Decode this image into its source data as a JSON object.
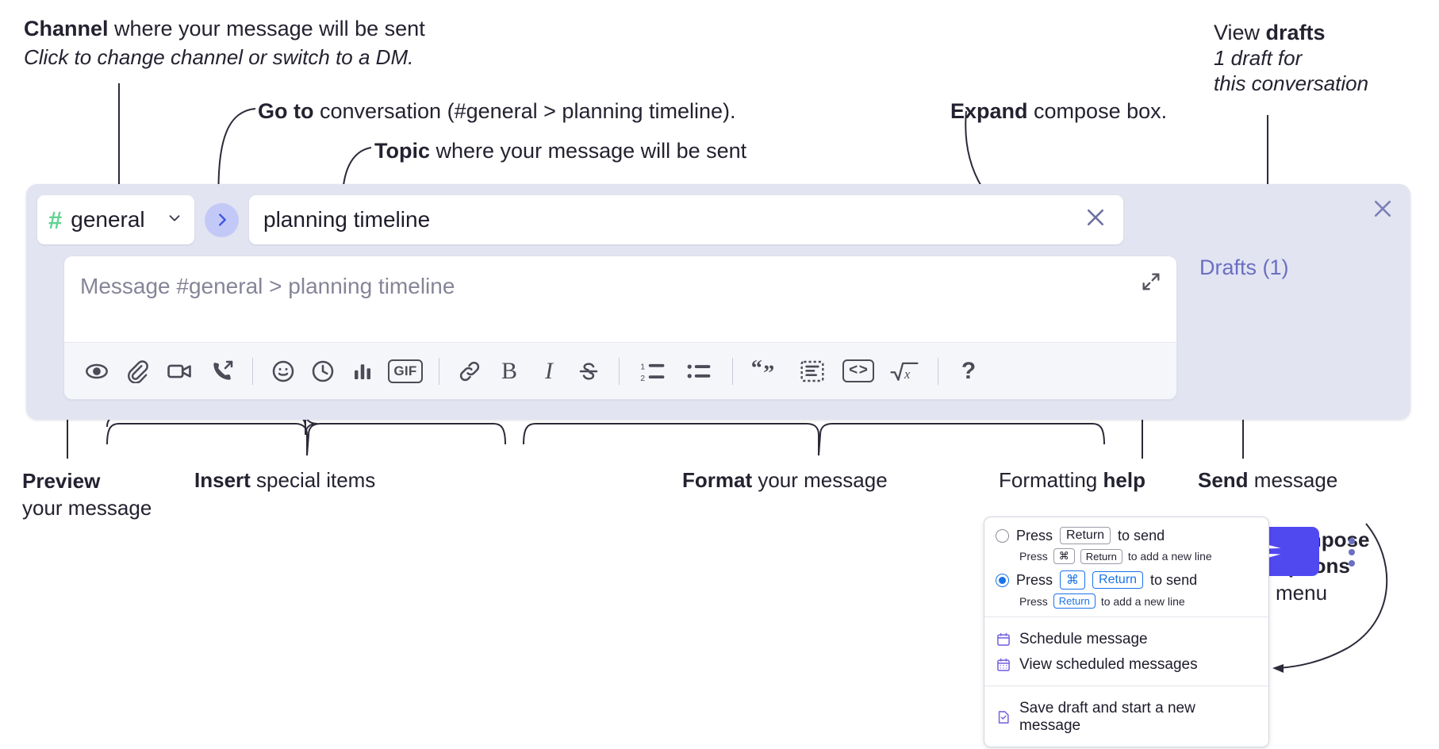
{
  "annotations": {
    "channel": {
      "bold": "Channel",
      "rest": " where your message will be sent",
      "sub": "Click to change channel or switch to a DM."
    },
    "goto": {
      "bold": "Go to",
      "rest": " conversation (#general > planning timeline)."
    },
    "topic": {
      "bold": "Topic",
      "rest": " where your message will be sent"
    },
    "expand": {
      "bold": "Expand",
      "rest": " compose box."
    },
    "drafts": {
      "pre": "View ",
      "bold": "drafts",
      "sub1": "1 draft for",
      "sub2": "this conversation"
    },
    "preview": {
      "bold": "Preview",
      "line2": "your message"
    },
    "insert": {
      "bold": "Insert",
      "rest": " special items"
    },
    "format": {
      "bold": "Format",
      "rest": " your message"
    },
    "help": {
      "pre": "Formatting ",
      "bold": "help"
    },
    "send": {
      "bold": "Send",
      "rest": " message"
    },
    "compose_options": {
      "bold1": "Compose",
      "bold2": "options",
      "rest": "menu"
    }
  },
  "compose": {
    "channel_name": "general",
    "channel_hash": "#",
    "goto_icon": "chevron-right-icon",
    "topic_value": "planning timeline",
    "topic_clear_icon": "close-icon",
    "close_icon": "close-icon",
    "drafts_label": "Drafts (1)",
    "placeholder": "Message #general > planning timeline",
    "expand_icon": "expand-diagonal-icon",
    "send_icon": "send-paper-plane-icon",
    "kebab_icon": "vertical-dots-icon",
    "accent_color": "#5149f0",
    "panel_color": "#e2e4f1",
    "hash_color": "#5fd392",
    "drafts_color": "#6a6fc2",
    "toolbar": [
      {
        "name": "preview-icon",
        "label": "Preview"
      },
      {
        "name": "attachment-paperclip-icon",
        "label": "Attach file"
      },
      {
        "name": "video-camera-icon",
        "label": "Video clip"
      },
      {
        "name": "phone-arrow-icon",
        "label": "Audio clip"
      },
      {
        "sep": true
      },
      {
        "name": "emoji-smiley-icon",
        "label": "Emoji"
      },
      {
        "name": "clock-icon",
        "label": "Reminder"
      },
      {
        "name": "bar-chart-icon",
        "label": "Poll"
      },
      {
        "name": "gif-icon",
        "label": "GIF"
      },
      {
        "sep": true
      },
      {
        "name": "link-icon",
        "label": "Link"
      },
      {
        "name": "bold-icon",
        "label": "B"
      },
      {
        "name": "italic-icon",
        "label": "I"
      },
      {
        "name": "strikethrough-icon",
        "label": "Strikethrough"
      },
      {
        "sep": true
      },
      {
        "name": "ordered-list-icon",
        "label": "Ordered list"
      },
      {
        "name": "bulleted-list-icon",
        "label": "Bulleted list"
      },
      {
        "sep": true
      },
      {
        "name": "blockquote-icon",
        "label": "Blockquote"
      },
      {
        "name": "code-block-icon",
        "label": "Code block"
      },
      {
        "name": "inline-code-icon",
        "label": "Code"
      },
      {
        "name": "math-sqrt-icon",
        "label": "Math"
      },
      {
        "sep": true
      },
      {
        "name": "help-question-icon",
        "label": "?"
      }
    ]
  },
  "menu": {
    "option1": {
      "pre": "Press",
      "key": "Return",
      "post": "to send",
      "sub_pre": "Press",
      "sub_key1": "⌘",
      "sub_key2": "Return",
      "sub_post": "to add a new line",
      "selected": false
    },
    "option2": {
      "pre": "Press",
      "key1": "⌘",
      "key2": "Return",
      "post": "to send",
      "sub_pre": "Press",
      "sub_key": "Return",
      "sub_post": "to add a new line",
      "selected": true
    },
    "items": [
      {
        "label": "Schedule message",
        "icon": "calendar-icon"
      },
      {
        "label": "View scheduled messages",
        "icon": "calendar-grid-icon"
      },
      {
        "label": "Save draft and start a new message",
        "icon": "document-check-icon"
      }
    ]
  }
}
